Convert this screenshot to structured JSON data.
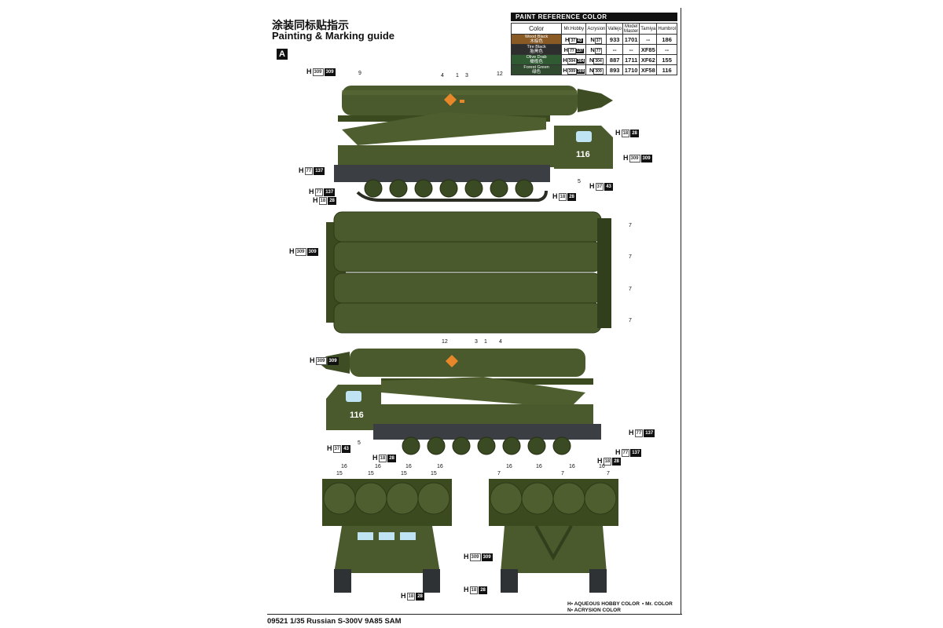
{
  "title_cn": "涂装同标贴指示",
  "title_en": "Painting & Marking guide",
  "section": "A",
  "paint_reference": {
    "header": "PAINT  REFERENCE COLOR",
    "columns": [
      "Color",
      "Mr.Hobby",
      "Acrysion",
      "Vallejo",
      "Model Master",
      "Tamiya",
      "Humbrol"
    ],
    "rows": [
      {
        "name": "Wood Black",
        "name_cn": "木棕色",
        "swatch": "#8a5a24",
        "h": [
          "37",
          "43"
        ],
        "n": "37",
        "vallejo": "933",
        "mm": "1701",
        "tamiya": "--",
        "humbrol": "186"
      },
      {
        "name": "Tire Black",
        "name_cn": "胎黑色",
        "swatch": "#2e2e2e",
        "h": [
          "77",
          "137"
        ],
        "n": "77",
        "vallejo": "--",
        "mm": "--",
        "tamiya": "XF85",
        "humbrol": "--"
      },
      {
        "name": "Olive Drab",
        "name_cn": "橄榄色",
        "swatch": "#2f5a32",
        "h": [
          "304",
          "304"
        ],
        "n": "304",
        "vallejo": "887",
        "mm": "1711",
        "tamiya": "XF62",
        "humbrol": "155"
      },
      {
        "name": "Forest Green",
        "name_cn": "绿色",
        "swatch": "#2f4a2e",
        "h": [
          "309",
          "309"
        ],
        "n": "309",
        "vallejo": "893",
        "mm": "1710",
        "tamiya": "XF58",
        "humbrol": "116"
      }
    ]
  },
  "colors": {
    "olive": "#4a5a2c",
    "olive_dark": "#323f1c",
    "tire": "#3b3f44",
    "glass": "#bfe3f2",
    "marking": "#e8872a"
  },
  "callouts": {
    "h_prefix": "H",
    "c309": [
      "309",
      "309"
    ],
    "c18": [
      "18",
      "28"
    ],
    "c77": [
      "77",
      "137"
    ],
    "c37": [
      "37",
      "43"
    ],
    "nums": {
      "n1": "1",
      "n3": "3",
      "n4": "4",
      "n5": "5",
      "n7": "7",
      "n9": "9",
      "n12": "12",
      "n15": "15",
      "n16": "16"
    }
  },
  "vehicle_number": "116",
  "legend": {
    "aqueous": "AQUEOUS HOBBY COLOR",
    "acrysion": "ACRYSION COLOR",
    "mr": "Mr. COLOR",
    "h_mark": "H",
    "n_mark": "N"
  },
  "footer": "09521 1/35 Russian S-300V 9A85 SAM"
}
